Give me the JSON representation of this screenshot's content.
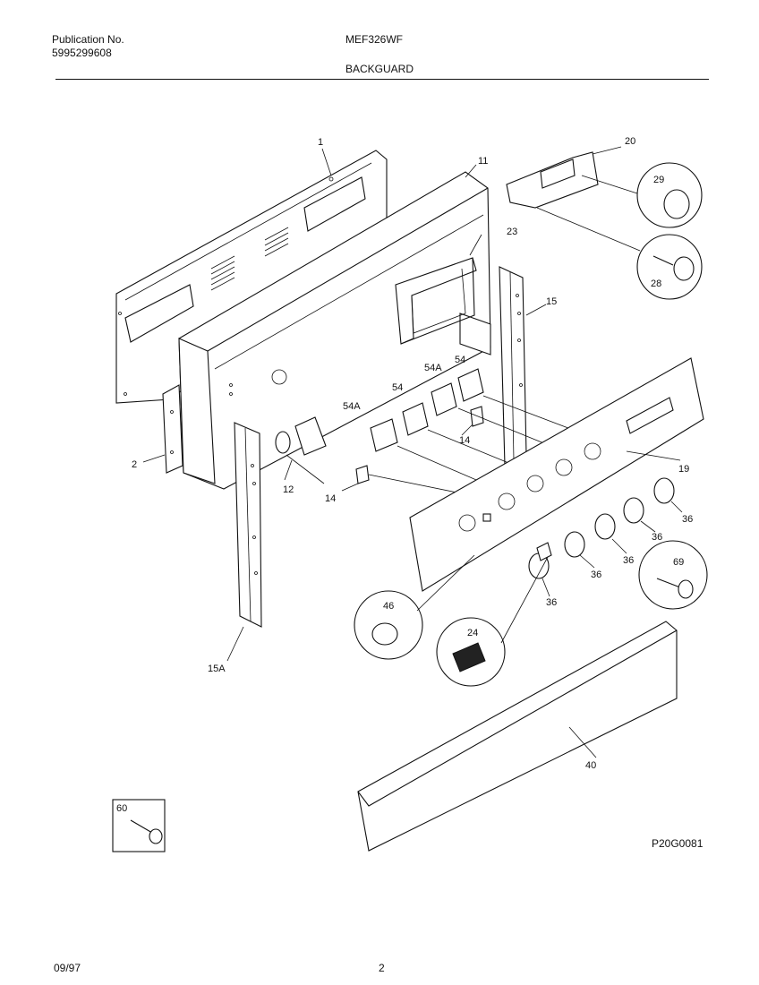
{
  "header": {
    "pub_label": "Publication No.",
    "pub_number": "5995299608",
    "model": "MEF326WF",
    "section": "BACKGUARD"
  },
  "footer": {
    "date": "09/97",
    "page": "2",
    "drawing_id": "P20G0081"
  },
  "callouts": {
    "c1": "1",
    "c11": "11",
    "c20": "20",
    "c29": "29",
    "c23": "23",
    "c28": "28",
    "c15": "15",
    "c54a_top": "54A",
    "c54_top": "54",
    "c54": "54",
    "c54a": "54A",
    "c14_right": "14",
    "c2": "2",
    "c12": "12",
    "c14_left": "14",
    "c19": "19",
    "c36_a": "36",
    "c36_b": "36",
    "c36_c": "36",
    "c36_d": "36",
    "c36_e": "36",
    "c69": "69",
    "c46": "46",
    "c24": "24",
    "c15a": "15A",
    "c40": "40",
    "c60": "60"
  }
}
